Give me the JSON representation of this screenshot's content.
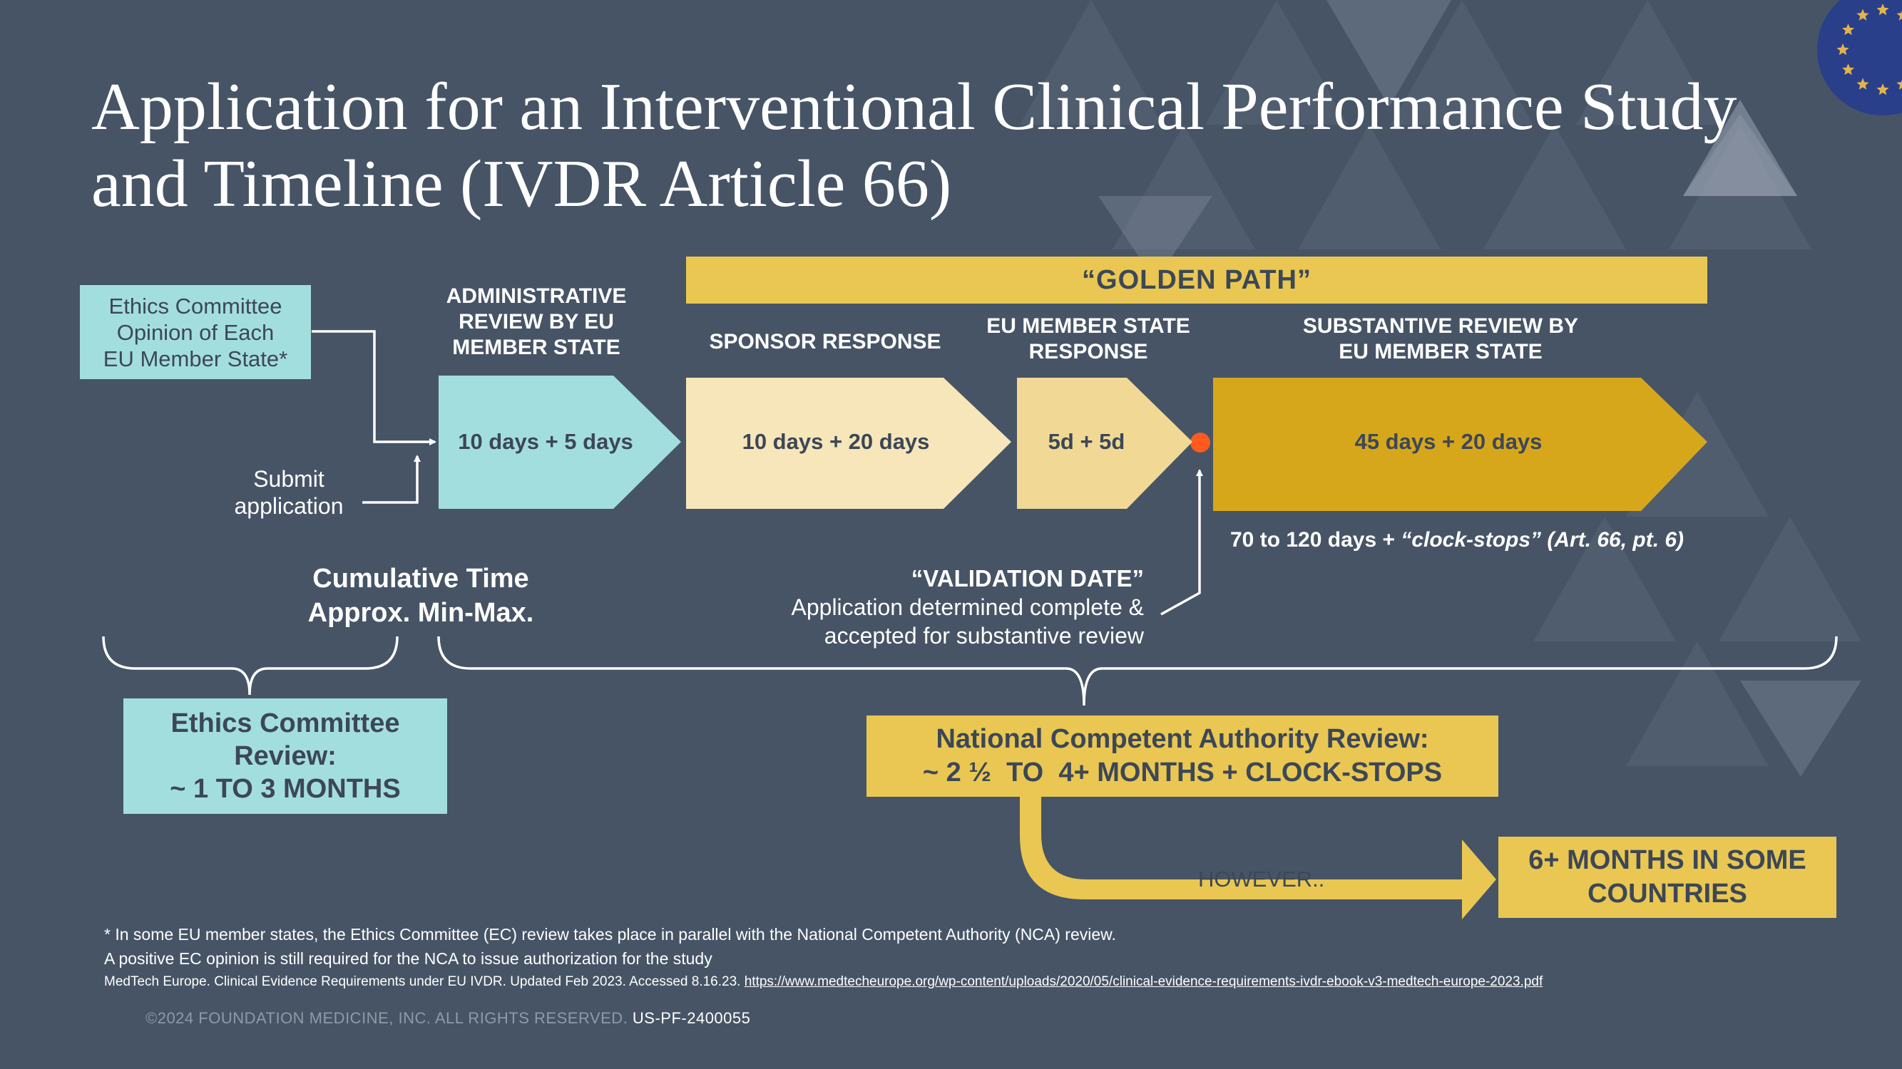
{
  "title": {
    "line1": "Application for an Interventional Clinical Performance Study",
    "line2": "and Timeline (IVDR Article 66)"
  },
  "ethics_opinion": {
    "line1": "Ethics Committee",
    "line2": "Opinion of Each",
    "line3": "EU Member State*"
  },
  "submit": {
    "line1": "Submit",
    "line2": "application"
  },
  "golden_path": "“GOLDEN PATH”",
  "steps": [
    {
      "header": [
        "ADMINISTRATIVE",
        "REVIEW BY EU",
        "MEMBER STATE"
      ],
      "duration": "10 days + 5 days",
      "color": "#a3dede"
    },
    {
      "header": [
        "SPONSOR RESPONSE"
      ],
      "duration": "10 days + 20 days",
      "color": "#f6e6b9"
    },
    {
      "header": [
        "EU MEMBER STATE",
        "RESPONSE"
      ],
      "duration": "5d + 5d",
      "color": "#f1d995"
    },
    {
      "header": [
        "SUBSTANTIVE REVIEW BY",
        "EU MEMBER STATE"
      ],
      "duration": "45 days + 20 days",
      "color": "#d7a71b"
    }
  ],
  "timing_note": {
    "main": "70 to 120 days + ",
    "italic": "“clock-stops” (Art. 66, pt. 6)"
  },
  "cumulative": {
    "line1": "Cumulative Time",
    "line2": "Approx. Min-Max."
  },
  "validation": {
    "title": "“VALIDATION DATE”",
    "line1": "Application determined complete &",
    "line2": "accepted for substantive review"
  },
  "ec_review": {
    "line1": "Ethics Committee",
    "line2": "Review:",
    "line3": "~ 1 TO 3 MONTHS"
  },
  "nca_review": {
    "line1": "National Competent Authority Review:",
    "line2": "~ 2 ½  TO  4+ MONTHS + CLOCK-STOPS"
  },
  "however": "HOWEVER..",
  "six_months": {
    "line1": "6+ MONTHS IN SOME",
    "line2": "COUNTRIES"
  },
  "footnotes": {
    "note1": "* In some EU member states, the Ethics Committee (EC) review takes place in parallel with the National Competent Authority (NCA) review.",
    "note2": "A positive EC opinion is still required for the NCA to issue authorization for the study",
    "citation": "MedTech Europe.  Clinical Evidence Requirements under EU IVDR. Updated Feb 2023.  Accessed 8.16.23. ",
    "url": "https://www.medtecheurope.org/wp-content/uploads/2020/05/clinical-evidence-requirements-ivdr-ebook-v3-medtech-europe-2023.pdf"
  },
  "copyright": {
    "text": "©2024 FOUNDATION MEDICINE, INC. ALL RIGHTS RESERVED. ",
    "code": "US-PF-2400055"
  },
  "colors": {
    "background": "#465466",
    "teal": "#a3dede",
    "gold": "#e9c752",
    "dark_gold": "#d7a71b",
    "validation_dot": "#ff5a1f",
    "eu_blue": "#2a3f8a",
    "eu_star": "#e3b44a"
  }
}
